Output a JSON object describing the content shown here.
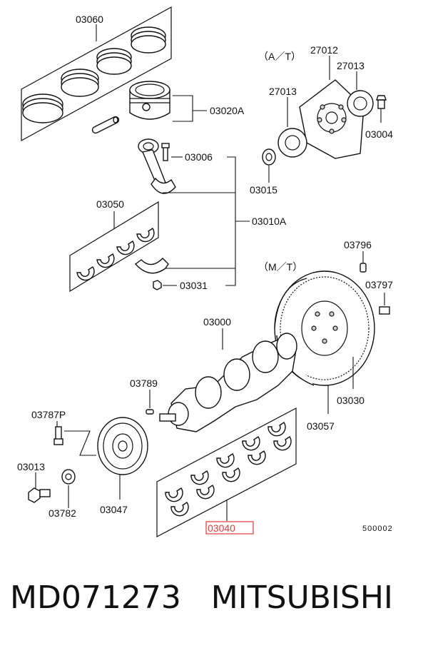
{
  "labels": {
    "p03060": "03060",
    "p03020A": "03020A",
    "p03006": "03006",
    "p03050": "03050",
    "p03010A": "03010A",
    "p03031": "03031",
    "p03000": "03000",
    "p03789": "03789",
    "p03787P": "03787P",
    "p03013": "03013",
    "p03782": "03782",
    "p03047": "03047",
    "p03040": "03040",
    "p03057": "03057",
    "p03030": "03030",
    "p03797": "03797",
    "p03796": "03796",
    "p27012": "27012",
    "p27013a": "27013",
    "p27013b": "27013",
    "p03004": "03004",
    "p03015": "03015",
    "at": "（A／T）",
    "mt": "（M／T）",
    "diagram_no": "500002"
  },
  "footer": {
    "part_number": "MD071273",
    "brand": "MITSUBISHI"
  },
  "colors": {
    "highlight": "#e23a3a",
    "ink": "#111111"
  }
}
